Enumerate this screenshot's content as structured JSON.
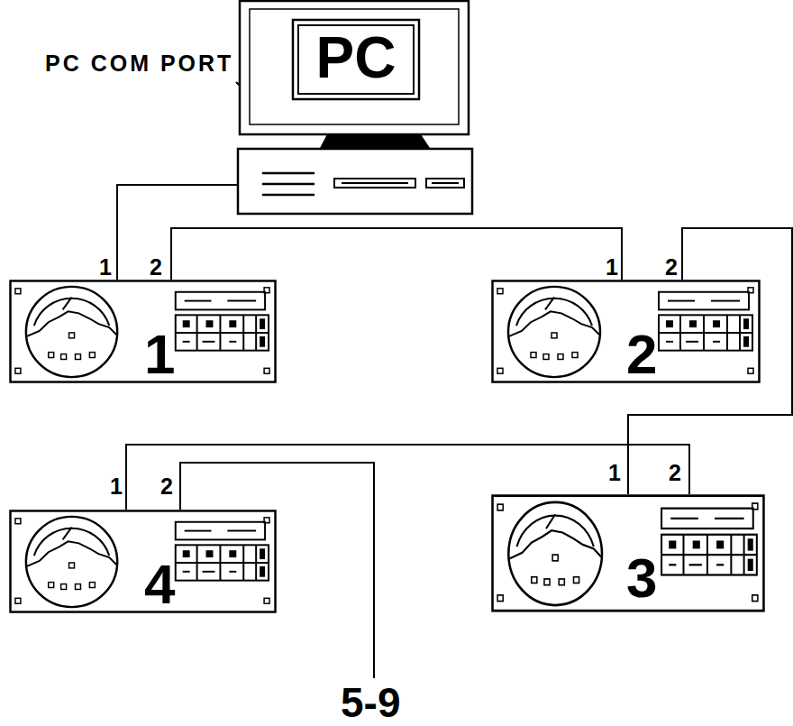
{
  "diagram": {
    "nodes": [
      {
        "text": [
          "PC"
        ]
      },
      {
        "text": [
          "1"
        ]
      },
      {
        "text": [
          "2"
        ]
      },
      {
        "text": [
          "4"
        ]
      },
      {
        "text": [
          "3"
        ]
      }
    ],
    "edges": [
      {
        "from": 0,
        "to": 1,
        "arrow": "none"
      },
      {
        "from": 1,
        "to": 2,
        "arrow": "none"
      },
      {
        "from": 2,
        "to": 4,
        "arrow": "none"
      },
      {
        "from": 4,
        "to": 3,
        "arrow": "none"
      }
    ],
    "labels": [
      "PC COM PORT",
      "1",
      "2",
      "1",
      "2",
      "1",
      "2",
      "1",
      "2",
      "5-9"
    ]
  }
}
